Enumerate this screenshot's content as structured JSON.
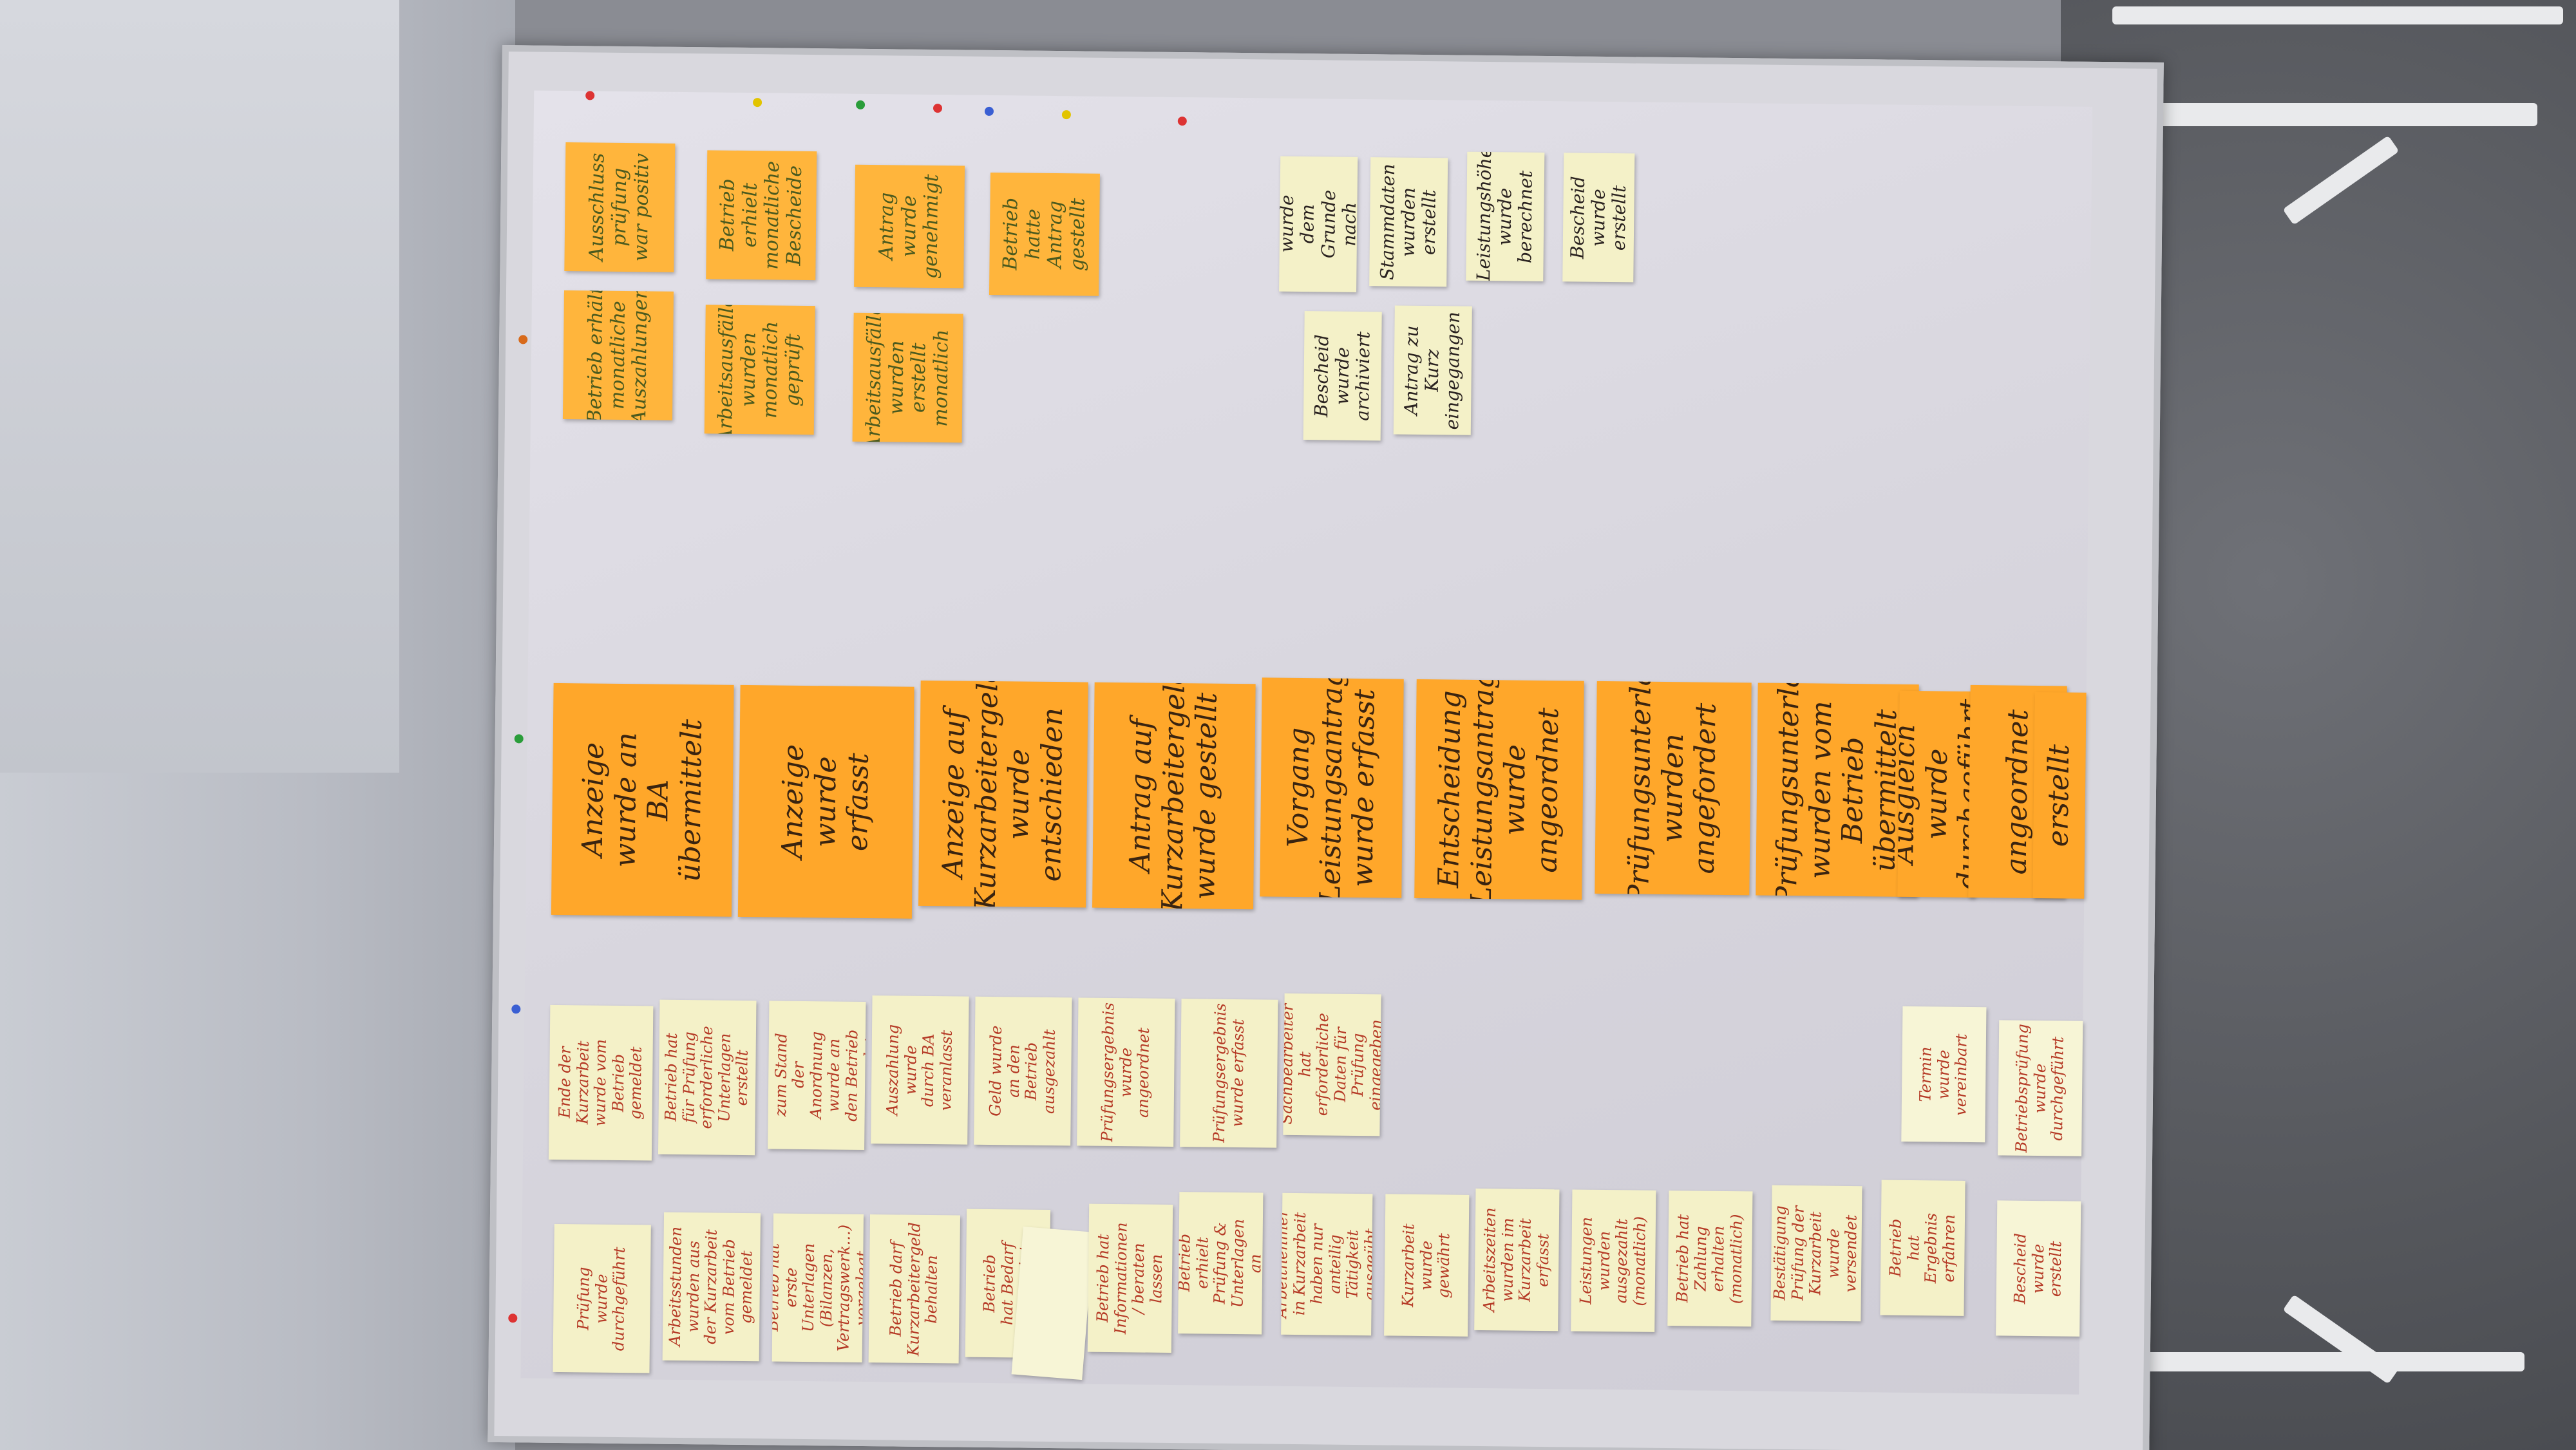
{
  "board": {
    "top_left_group": [
      "Ausschluss prüfung war positiv",
      "Betrieb erhält monatliche Auszahlungen",
      "Betrieb erhielt monatliche Bescheide",
      "Arbeitsausfälle wurden monatlich geprüft",
      "Antrag wurde genehmigt",
      "Arbeitsausfälle wurden erstellt monatlich",
      "Betrieb hatte Antrag gestellt"
    ],
    "top_right_group": [
      "Antrag wurde dem Grunde nach geprüft",
      "Bescheid wurde archiviert",
      "Stammdaten wurden erstellt",
      "Antrag zu Kurz eingegangen",
      "Leistungshöhe wurde berechnet",
      "Bescheid wurde erstellt"
    ],
    "middle_row": [
      "Anzeige wurde an BA übermittelt",
      "Anzeige wurde erfasst",
      "Anzeige auf Kurzarbeitergeld wurde entschieden",
      "Antrag auf Kurzarbeitergeld wurde gestellt",
      "Vorgang Leistungsantrag wurde erfasst",
      "Entscheidung Leistungsantrag wurde angeordnet",
      "Prüfungsunterlagen wurden angefordert",
      "Prüfungsunterlagen wurden vom Betrieb übermittelt",
      "Ausgleich wurde durchgeführt",
      "angeordnet",
      "erstellt"
    ],
    "lower_row_a": [
      "Ende der Kurzarbeit wurde vom Betrieb gemeldet",
      "Betrieb hat für Prüfung erforderliche Unterlagen erstellt",
      "Bescheid zum Stand der Anordnung wurde an den Betrieb versendet",
      "Auszahlung wurde durch BA veranlasst",
      "Geld wurde an den Betrieb ausgezahlt",
      "Prüfungsergebnis wurde angeordnet",
      "Prüfungsergebnis wurde erfasst",
      "Sachbearbeiter hat erforderliche Daten für Prüfung eingegeben"
    ],
    "lower_row_a_right": [
      "Termin wurde vereinbart",
      "Betriebsprüfung wurde durchgeführt"
    ],
    "lower_row_b": [
      "Prüfung wurde durchgeführt",
      "Arbeitsstunden wurden aus der Kurzarbeit vom Betrieb gemeldet",
      "Betrieb hat erste Unterlagen (Bilanzen, Vertragswerk...) vorgelegt",
      "Betrieb darf Kurzarbeitergeld behalten",
      "Betrieb hat Bedarf angezeigt",
      "",
      "Betrieb hat Informationen / beraten lassen",
      "Betrieb erhielt Prüfung & Unterlagen an",
      "Arbeitnehmer in Kurzarbeit haben nur anteilig Tätigkeit ausgeübt",
      "Kurzarbeit wurde gewährt",
      "Arbeitszeiten wurden im Kurzarbeit erfasst",
      "Leistungen wurden ausgezahlt (monatlich)",
      "Betrieb hat Zahlung erhalten (monatlich)",
      "Bestätigung Prüfung der Kurzarbeit wurde versendet",
      "Betrieb hat Ergebnis erfahren",
      "Bescheid wurde erstellt"
    ]
  },
  "colors": {
    "orange_note": "#ffb53c",
    "cream_note": "#f4f1c8",
    "board": "#dcdae2",
    "green_ink": "#4b5a1e",
    "red_ink": "#b53a26"
  }
}
